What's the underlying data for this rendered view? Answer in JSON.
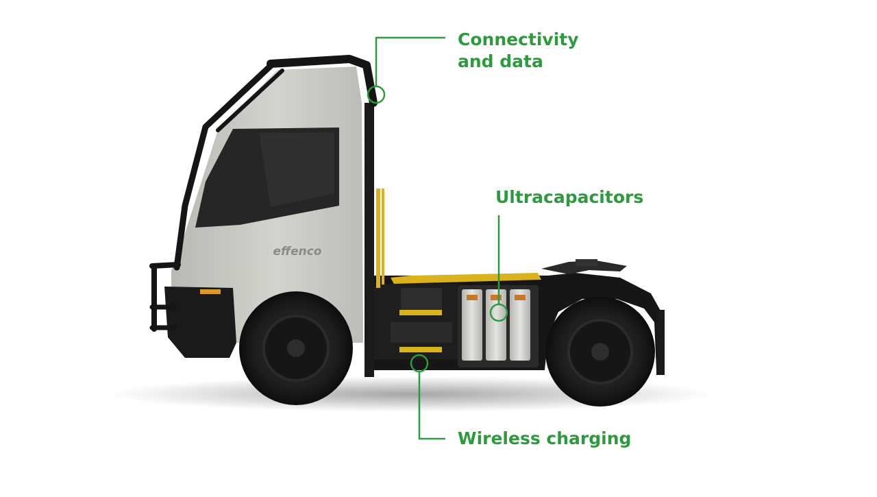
{
  "colors": {
    "accent": "#2e9a3e",
    "cab_body": "#c9c9c4",
    "cab_frame": "#1a1a1a",
    "yellow_trim": "#d9b21e",
    "capacitor": "#dcdcd8"
  },
  "vehicle": {
    "brand_logo": "effenco"
  },
  "callouts": {
    "connectivity": {
      "line1": "Connectivity",
      "line2": "and data"
    },
    "ultracapacitors": {
      "label": "Ultracapacitors"
    },
    "wireless_charging": {
      "label": "Wireless charging"
    }
  }
}
